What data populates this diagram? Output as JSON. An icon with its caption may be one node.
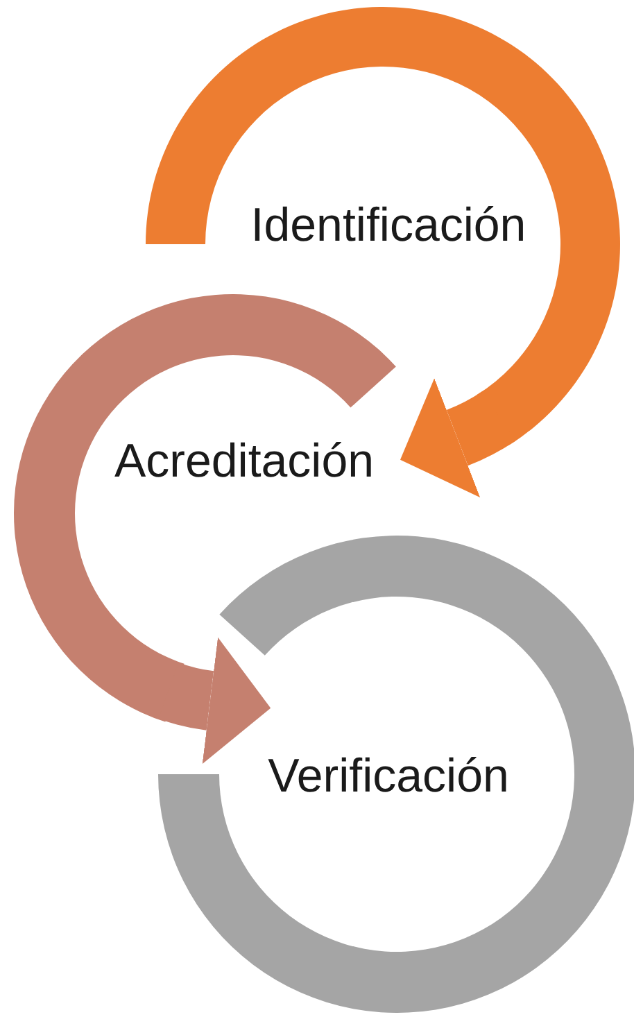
{
  "diagram": {
    "nodes": [
      {
        "text": [
          "Identificación"
        ]
      },
      {
        "text": [
          "Acreditación"
        ]
      },
      {
        "text": [
          "Verificación"
        ]
      }
    ],
    "edges": [
      {
        "from": 0,
        "to": 1,
        "arrow": "to",
        "color": "#ed7d31"
      },
      {
        "from": 1,
        "to": 2,
        "arrow": "to",
        "color": "#c5806f"
      }
    ]
  }
}
